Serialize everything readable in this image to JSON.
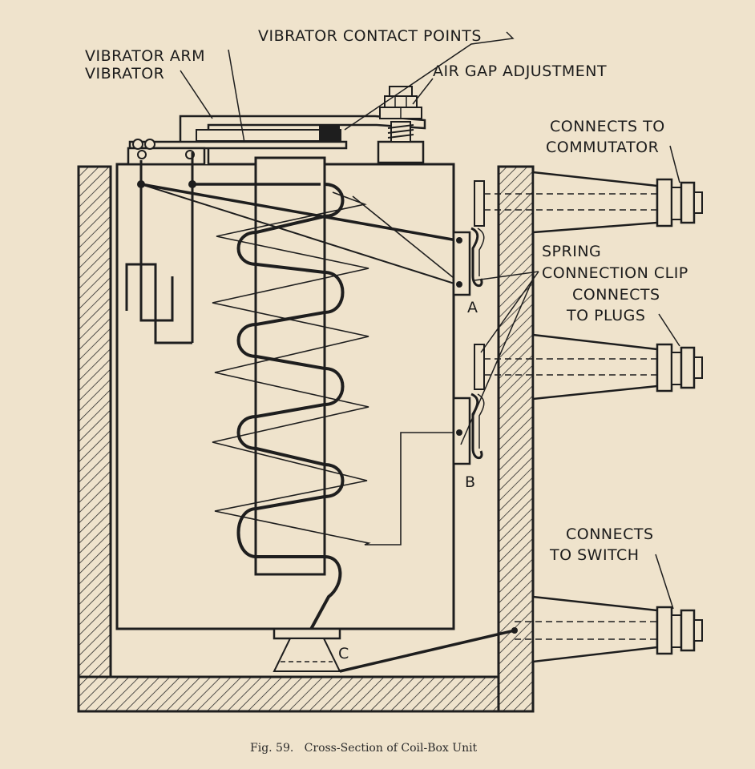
{
  "labels": {
    "vibrator_contact_points": "VIBRATOR CONTACT POINTS",
    "vibrator_arm": "VIBRATOR ARM",
    "vibrator": "VIBRATOR",
    "air_gap_adjustment": "AIR GAP ADJUSTMENT",
    "connects_to_commutator_1": "CONNECTS TO",
    "connects_to_commutator_2": "COMMUTATOR",
    "spring": "SPRING",
    "connection_clip": "CONNECTION CLIP",
    "connects_to_plugs_1": "CONNECTS",
    "connects_to_plugs_2": "TO PLUGS",
    "connects_to_switch_1": "CONNECTS",
    "connects_to_switch_2": "TO SWITCH",
    "terminal_a": "A",
    "terminal_b": "B",
    "terminal_c": "C"
  },
  "caption": {
    "text": "Fig. 59.   Cross-Section of Coil-Box Unit"
  },
  "colors": {
    "paper": "#efe3cc",
    "ink": "#1e1e1e"
  }
}
